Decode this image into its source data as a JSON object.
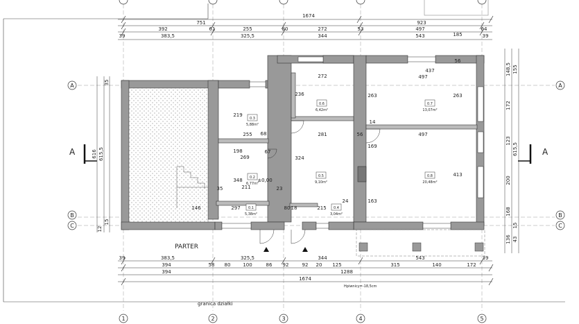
{
  "plan": {
    "floor_label": "PARTER",
    "boundary_label": "granica działki",
    "level_label": "Hpiwnicy=-18,5cm"
  },
  "axes": {
    "columns": [
      "1",
      "2",
      "3",
      "4",
      "5"
    ],
    "rows": [
      "A",
      "B",
      "C"
    ],
    "section": "A"
  },
  "rooms": [
    {
      "id": "0.1",
      "area": "5,38m²"
    },
    {
      "id": "0.2",
      "area": "6,77m²"
    },
    {
      "id": "0.3",
      "area": "5,88m²"
    },
    {
      "id": "0.4",
      "area": "3,04m²"
    },
    {
      "id": "0.5",
      "area": "9,10m²"
    },
    {
      "id": "0.6",
      "area": "6,42m²"
    },
    {
      "id": "0.7",
      "area": "13,07m²"
    },
    {
      "id": "0.8",
      "area": "20,48m²"
    }
  ],
  "dimensions": {
    "top_row1": [
      "1674",
      "923"
    ],
    "top_row2": [
      "751",
      "392",
      "61",
      "255",
      "80",
      "272",
      "53",
      "497",
      "185",
      "64"
    ],
    "top_row3": [
      "39",
      "383,5",
      "325,5",
      "344",
      "543",
      "39"
    ],
    "bottom_row1": [
      "39",
      "383,5",
      "325,5",
      "344",
      "543",
      "39"
    ],
    "bottom_row2": [
      "394",
      "58",
      "80",
      "100",
      "86",
      "92",
      "92",
      "20",
      "125",
      "315",
      "140",
      "172"
    ],
    "bottom_row3": [
      "394",
      "1288"
    ],
    "bottom_row4": [
      "1674"
    ],
    "interior": [
      "272",
      "437",
      "497",
      "281",
      "497",
      "255",
      "198",
      "269",
      "297",
      "215",
      "146",
      "211",
      "348",
      "324",
      "236",
      "219",
      "263",
      "263",
      "169",
      "413",
      "163",
      "68",
      "56",
      "56",
      "67",
      "35",
      "23",
      "80",
      "18",
      "14",
      "24"
    ],
    "left": [
      "616",
      "615,5",
      "35",
      "15",
      "12"
    ],
    "right": [
      "148,5",
      "155",
      "172",
      "123",
      "615,5",
      "200",
      "168",
      "136",
      "43",
      "15"
    ],
    "level": "±0,00"
  }
}
